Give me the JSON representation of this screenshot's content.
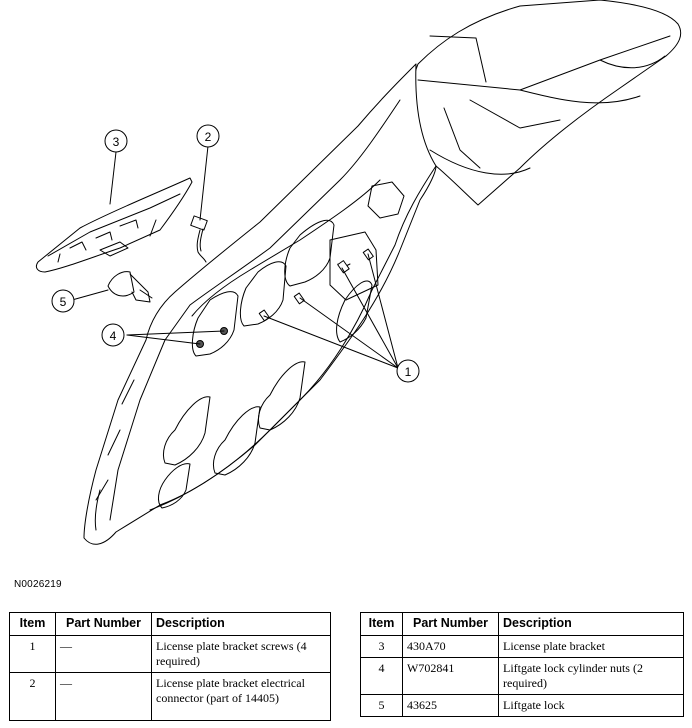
{
  "figure_code": "N0026219",
  "callouts": [
    "1",
    "2",
    "3",
    "4",
    "5"
  ],
  "headers": {
    "item": "Item",
    "part_number": "Part Number",
    "description": "Description"
  },
  "table_left": [
    {
      "item": "1",
      "part_number": "—",
      "description": "License plate bracket screws (4 required)"
    },
    {
      "item": "2",
      "part_number": "—",
      "description": "License plate bracket electrical connector (part of 14405)"
    }
  ],
  "table_right": [
    {
      "item": "3",
      "part_number": "430A70",
      "description": "License plate bracket"
    },
    {
      "item": "4",
      "part_number": "W702841",
      "description": "Liftgate lock cylinder nuts (2 required)"
    },
    {
      "item": "5",
      "part_number": "43625",
      "description": "Liftgate lock"
    }
  ]
}
